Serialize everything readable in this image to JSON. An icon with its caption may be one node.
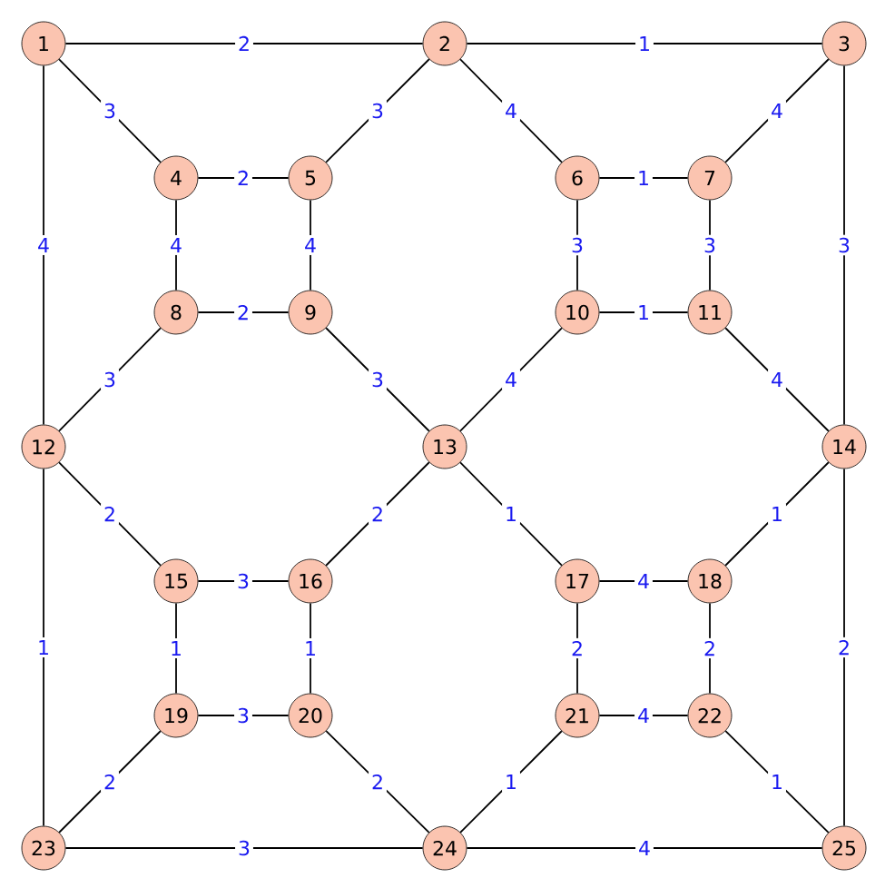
{
  "diagram": {
    "nodes": [
      {
        "text": [
          "1"
        ]
      },
      {
        "text": [
          "2"
        ]
      },
      {
        "text": [
          "3"
        ]
      },
      {
        "text": [
          "4"
        ]
      },
      {
        "text": [
          "5"
        ]
      },
      {
        "text": [
          "6"
        ]
      },
      {
        "text": [
          "7"
        ]
      },
      {
        "text": [
          "8"
        ]
      },
      {
        "text": [
          "9"
        ]
      },
      {
        "text": [
          "10"
        ]
      },
      {
        "text": [
          "11"
        ]
      },
      {
        "text": [
          "12"
        ]
      },
      {
        "text": [
          "13"
        ]
      },
      {
        "text": [
          "14"
        ]
      },
      {
        "text": [
          "15"
        ]
      },
      {
        "text": [
          "16"
        ]
      },
      {
        "text": [
          "17"
        ]
      },
      {
        "text": [
          "18"
        ]
      },
      {
        "text": [
          "19"
        ]
      },
      {
        "text": [
          "20"
        ]
      },
      {
        "text": [
          "21"
        ]
      },
      {
        "text": [
          "22"
        ]
      },
      {
        "text": [
          "23"
        ]
      },
      {
        "text": [
          "24"
        ]
      },
      {
        "text": [
          "25"
        ]
      }
    ],
    "edges": [
      {
        "from": 0,
        "to": 1,
        "arrow": "none",
        "label": "2"
      },
      {
        "from": 1,
        "to": 2,
        "arrow": "none",
        "label": "1"
      },
      {
        "from": 0,
        "to": 3,
        "arrow": "none",
        "label": "3"
      },
      {
        "from": 0,
        "to": 11,
        "arrow": "none",
        "label": "4"
      },
      {
        "from": 1,
        "to": 4,
        "arrow": "none",
        "label": "3"
      },
      {
        "from": 1,
        "to": 5,
        "arrow": "none",
        "label": "4"
      },
      {
        "from": 2,
        "to": 6,
        "arrow": "none",
        "label": "4"
      },
      {
        "from": 2,
        "to": 13,
        "arrow": "none",
        "label": "3"
      },
      {
        "from": 3,
        "to": 4,
        "arrow": "none",
        "label": "2"
      },
      {
        "from": 5,
        "to": 6,
        "arrow": "none",
        "label": "1"
      },
      {
        "from": 3,
        "to": 7,
        "arrow": "none",
        "label": "4"
      },
      {
        "from": 4,
        "to": 8,
        "arrow": "none",
        "label": "4"
      },
      {
        "from": 5,
        "to": 9,
        "arrow": "none",
        "label": "3"
      },
      {
        "from": 6,
        "to": 10,
        "arrow": "none",
        "label": "3"
      },
      {
        "from": 7,
        "to": 8,
        "arrow": "none",
        "label": "2"
      },
      {
        "from": 9,
        "to": 10,
        "arrow": "none",
        "label": "1"
      },
      {
        "from": 7,
        "to": 11,
        "arrow": "none",
        "label": "3"
      },
      {
        "from": 8,
        "to": 12,
        "arrow": "none",
        "label": "3"
      },
      {
        "from": 9,
        "to": 12,
        "arrow": "none",
        "label": "4"
      },
      {
        "from": 10,
        "to": 13,
        "arrow": "none",
        "label": "4"
      },
      {
        "from": 11,
        "to": 14,
        "arrow": "none",
        "label": "2"
      },
      {
        "from": 11,
        "to": 22,
        "arrow": "none",
        "label": "1"
      },
      {
        "from": 12,
        "to": 15,
        "arrow": "none",
        "label": "2"
      },
      {
        "from": 12,
        "to": 16,
        "arrow": "none",
        "label": "1"
      },
      {
        "from": 13,
        "to": 17,
        "arrow": "none",
        "label": "1"
      },
      {
        "from": 13,
        "to": 24,
        "arrow": "none",
        "label": "2"
      },
      {
        "from": 14,
        "to": 15,
        "arrow": "none",
        "label": "3"
      },
      {
        "from": 16,
        "to": 17,
        "arrow": "none",
        "label": "4"
      },
      {
        "from": 14,
        "to": 18,
        "arrow": "none",
        "label": "1"
      },
      {
        "from": 15,
        "to": 19,
        "arrow": "none",
        "label": "1"
      },
      {
        "from": 16,
        "to": 20,
        "arrow": "none",
        "label": "2"
      },
      {
        "from": 17,
        "to": 21,
        "arrow": "none",
        "label": "2"
      },
      {
        "from": 18,
        "to": 19,
        "arrow": "none",
        "label": "3"
      },
      {
        "from": 20,
        "to": 21,
        "arrow": "none",
        "label": "4"
      },
      {
        "from": 18,
        "to": 22,
        "arrow": "none",
        "label": "2"
      },
      {
        "from": 19,
        "to": 23,
        "arrow": "none",
        "label": "2"
      },
      {
        "from": 20,
        "to": 23,
        "arrow": "none",
        "label": "1"
      },
      {
        "from": 21,
        "to": 24,
        "arrow": "none",
        "label": "1"
      },
      {
        "from": 22,
        "to": 23,
        "arrow": "none",
        "label": "3"
      },
      {
        "from": 23,
        "to": 24,
        "arrow": "none",
        "label": "4"
      }
    ]
  }
}
